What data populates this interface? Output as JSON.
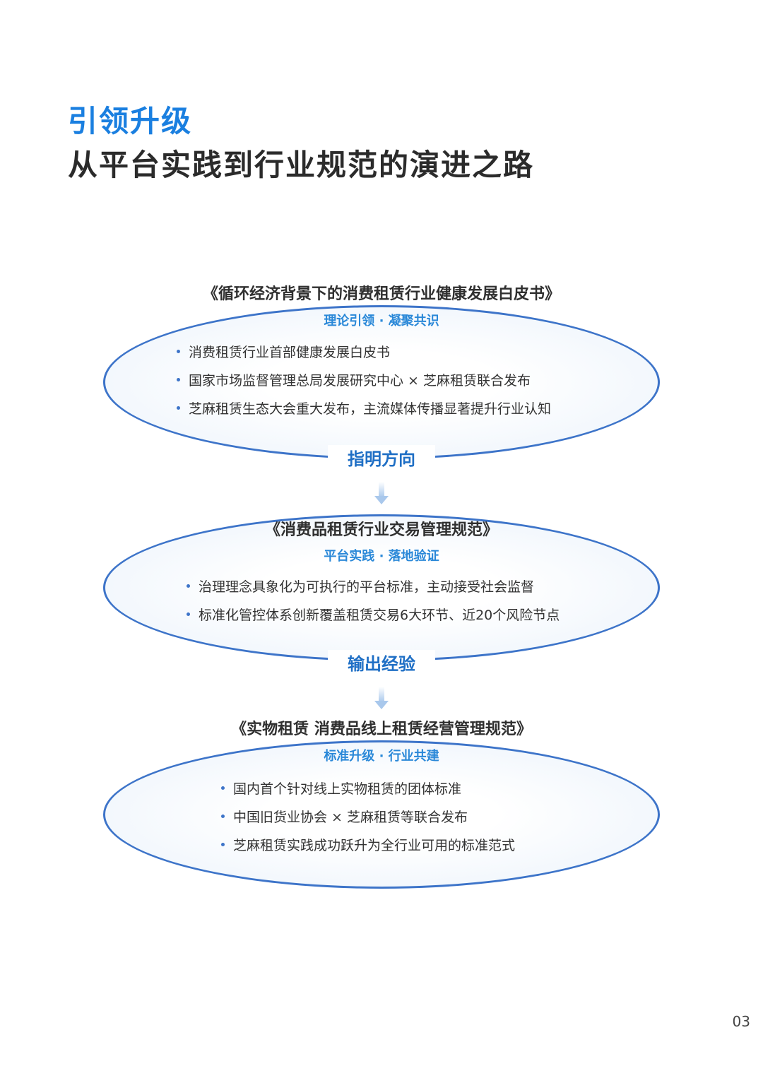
{
  "header": {
    "kicker": "引领升级",
    "title": "从平台实践到行业规范的演进之路"
  },
  "stages": [
    {
      "doc_title": "《循环经济背景下的消费租赁行业健康发展白皮书》",
      "subtitle": "理论引领 · 凝聚共识",
      "bullets": [
        "消费租赁行业首部健康发展白皮书",
        "国家市场监督管理总局发展研究中心 × 芝麻租赁联合发布",
        "芝麻租赁生态大会重大发布，主流媒体传播显著提升行业认知"
      ],
      "connector": "指明方向"
    },
    {
      "doc_title": "《消费品租赁行业交易管理规范》",
      "subtitle": "平台实践 · 落地验证",
      "bullets": [
        "治理理念具象化为可执行的平台标准，主动接受社会监督",
        "标准化管控体系创新覆盖租赁交易6大环节、近20个风险节点"
      ],
      "connector": "输出经验"
    },
    {
      "doc_title": "《实物租赁 消费品线上租赁经营管理规范》",
      "subtitle": "标准升级 · 行业共建",
      "bullets": [
        "国内首个针对线上实物租赁的团体标准",
        "中国旧货业协会 × 芝麻租赁等联合发布",
        "芝麻租赁实践成功跃升为全行业可用的标准范式"
      ]
    }
  ],
  "colors": {
    "accent": "#1a7fe0",
    "ellipse_border": "#3d74c9",
    "subtitle": "#2a88d8"
  },
  "page_number": "03"
}
